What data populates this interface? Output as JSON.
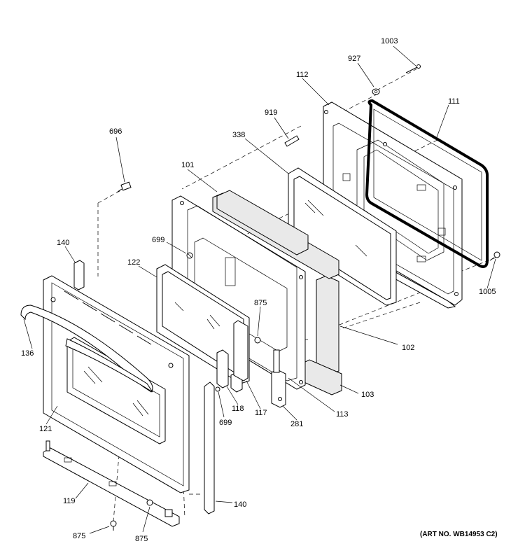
{
  "diagram": {
    "labels": {
      "p1003": "1003",
      "p927": "927",
      "p112": "112",
      "p111": "111",
      "p919": "919",
      "p338": "338",
      "p696": "696",
      "p101": "101",
      "p699a": "699",
      "p140a": "140",
      "p122": "122",
      "p875a": "875",
      "p1005": "1005",
      "p136": "136",
      "p102": "102",
      "p121": "121",
      "p118": "118",
      "p117": "117",
      "p699b": "699",
      "p281": "281",
      "p113": "113",
      "p103": "103",
      "p119": "119",
      "p140b": "140",
      "p875b": "875",
      "p875c": "875"
    },
    "art_number": "(ART NO. WB14953 C2)"
  }
}
